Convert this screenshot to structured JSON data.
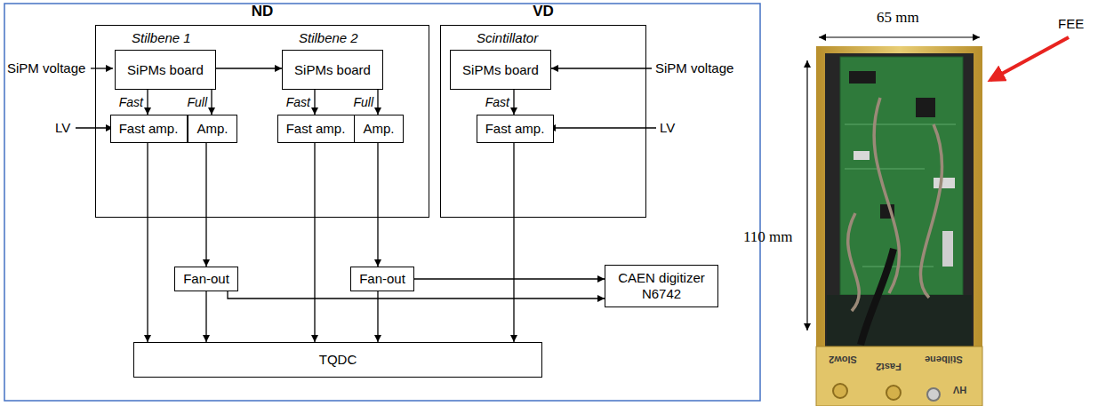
{
  "diagram": {
    "nodes": [
      {
        "text": [
          "ND"
        ]
      },
      {
        "text": [
          "SiPMs board"
        ],
        "in": 0
      },
      {
        "text": [
          "SiPMs board"
        ],
        "in": 0
      },
      {
        "text": [
          "Fast amp."
        ],
        "in": 0
      },
      {
        "text": [
          "Amp."
        ],
        "in": 0
      },
      {
        "text": [
          "Fast amp."
        ],
        "in": 0
      },
      {
        "text": [
          "Amp."
        ],
        "in": 0
      },
      {
        "text": [
          "VD"
        ]
      },
      {
        "text": [
          "SiPMs board"
        ],
        "in": 7
      },
      {
        "text": [
          "Fast amp."
        ],
        "in": 7
      },
      {
        "text": [
          "Fan-out"
        ]
      },
      {
        "text": [
          "Fan-out"
        ]
      },
      {
        "text": [
          "CAEN digitizer N6742"
        ]
      },
      {
        "text": [
          "TQDC"
        ]
      }
    ],
    "edges": [
      {
        "from": 1,
        "to": 2,
        "arrow": "to"
      },
      {
        "from": 1,
        "to": 3,
        "label": "Fast",
        "arrow": "to"
      },
      {
        "from": 1,
        "to": 4,
        "label": "Full",
        "arrow": "to"
      },
      {
        "from": 2,
        "to": 5,
        "label": "Fast",
        "arrow": "to"
      },
      {
        "from": 2,
        "to": 6,
        "label": "Full",
        "arrow": "to"
      },
      {
        "from": 8,
        "to": 9,
        "label": "Fast",
        "arrow": "to"
      },
      {
        "from": 3,
        "to": 13,
        "arrow": "to"
      },
      {
        "from": 4,
        "to": 10,
        "arrow": "to"
      },
      {
        "from": 10,
        "to": 13,
        "arrow": "to"
      },
      {
        "from": 10,
        "to": 12,
        "arrow": "to"
      },
      {
        "from": 5,
        "to": 13,
        "arrow": "to"
      },
      {
        "from": 6,
        "to": 11,
        "arrow": "to"
      },
      {
        "from": 11,
        "to": 13,
        "arrow": "to"
      },
      {
        "from": 11,
        "to": 12,
        "arrow": "to"
      },
      {
        "from": 9,
        "to": 13,
        "arrow": "to"
      }
    ],
    "labels": [
      "Stilbene 1",
      "Stilbene 2",
      "Scintillator",
      "SiPM voltage",
      "LV",
      "SiPM voltage",
      "LV",
      "65 mm",
      "110 mm",
      "FEE",
      "Stilbene",
      "Fast2",
      "Slow2",
      "HV"
    ]
  }
}
